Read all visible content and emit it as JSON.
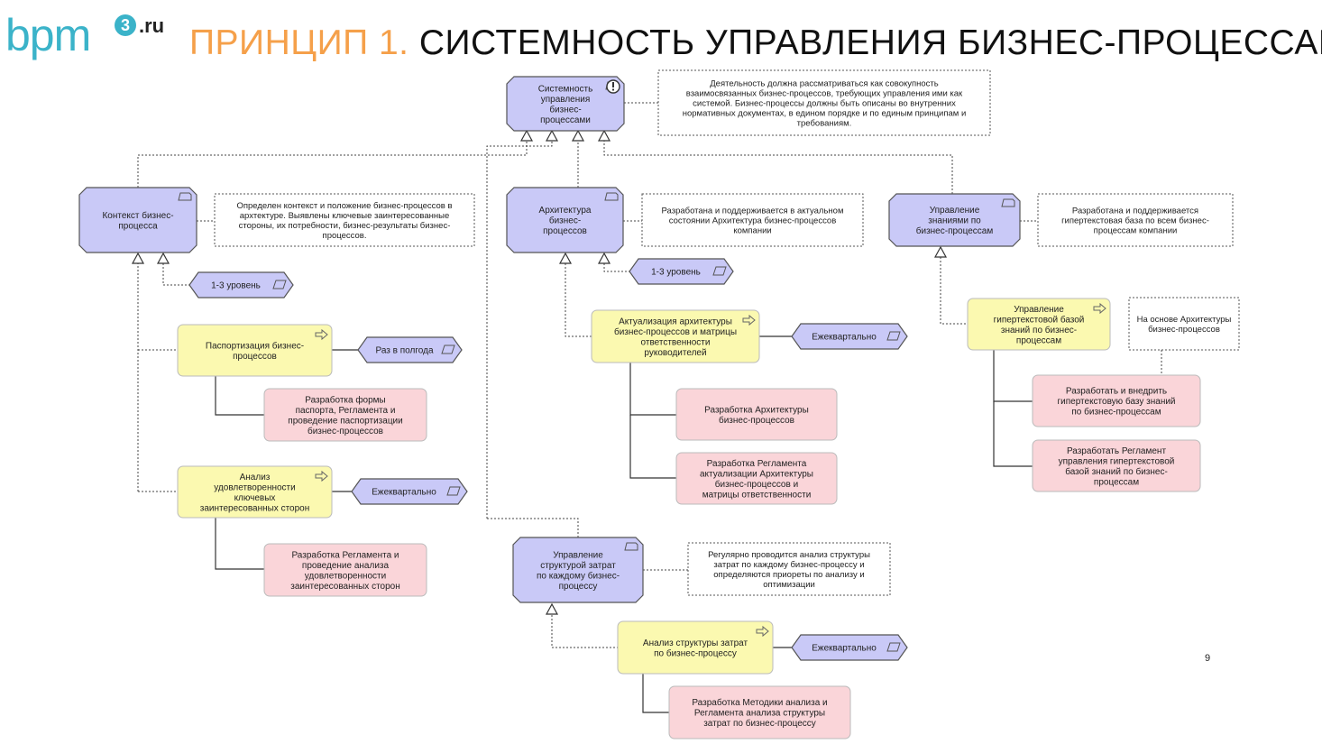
{
  "brand": {
    "logo_main": "bpm",
    "logo_digit": "3",
    "logo_suffix": ".ru"
  },
  "title": {
    "accent": "ПРИНЦИП 1.",
    "main": "СИСТЕМНОСТЬ УПРАВЛЕНИЯ БИЗНЕС-ПРОЦЕССАМИ"
  },
  "page_number": "9",
  "colors": {
    "principle": "#c9c9f7",
    "process": "#fbf9b0",
    "deliverable": "#fad5d9",
    "logo": "#3bb3c9",
    "title_accent": "#f5a04a"
  },
  "diagram": {
    "principles": {
      "root": [
        "Системность",
        "управления",
        "бизнес-",
        "процессами"
      ],
      "context": [
        "Контекст бизнес-",
        "процесса"
      ],
      "architecture": [
        "Архитектура",
        "бизнес-",
        "процессов"
      ],
      "knowledge": [
        "Управление",
        "знаниями по",
        "бизнес-процессам"
      ],
      "costs": [
        "Управление",
        "структурой затрат",
        "по каждому бизнес-",
        "процессу"
      ]
    },
    "notes": {
      "root": [
        "Деятельность должна рассматриваться как совокупность",
        "взаимосвязанных бизнес-процессов, требующих управления ими как",
        "системой. Бизнес-процессы должны быть описаны во внутренних",
        "нормативных документах, в едином порядке и по единым принципам и",
        "требованиям."
      ],
      "context": [
        "Определен контекст и положение бизнес-процессов в",
        "архтектуре. Выявлены ключевые заинтересованные",
        "стороны, их потребности, бизнес-результаты бизнес-",
        "процессов."
      ],
      "architecture": [
        "Разработана и поддерживается в актуальном",
        "состоянии Архитектура бизнес-процессов",
        "компании"
      ],
      "knowledge": [
        "Разработана и поддерживается",
        "гипертекстовая база по всем бизнес-",
        "процессам компании"
      ],
      "costs": [
        "Регулярно проводится анализ структуры",
        "затрат по каждому бизнес-процессу и",
        "определяются приореты по анализу и",
        "оптимизации"
      ],
      "knowledge_basis": [
        "На основе Архитектуры",
        "бизнес-процессов"
      ]
    },
    "events": {
      "context_level": "1-3 уровень",
      "arch_level": "1-3 уровень",
      "passport_freq": "Раз в полгода",
      "satisfaction_freq": "Ежеквартально",
      "arch_update_freq": "Ежеквартально",
      "cost_freq": "Ежеквартально"
    },
    "processes": {
      "passport": [
        "Паспортизация бизнес-",
        "процессов"
      ],
      "satisfaction": [
        "Анализ",
        "удовлетворенности",
        "ключевых",
        "заинтересованных сторон"
      ],
      "arch_update": [
        "Актуализация архитектуры",
        "бизнес-процессов и матрицы",
        "ответственности",
        "руководителей"
      ],
      "hypertext": [
        "Управление",
        "гипертекстовой базой",
        "знаний по бизнес-",
        "процессам"
      ],
      "cost_analysis": [
        "Анализ структуры затрат",
        "по бизнес-процессу"
      ]
    },
    "deliverables": {
      "passport_dev": [
        "Разработка формы",
        "паспорта, Регламента и",
        "проведение паспортизации",
        "бизнес-процессов"
      ],
      "satisfaction_dev": [
        "Разработка Регламента и",
        "проведение анализа",
        "удовлетворенности",
        "заинтересованных сторон"
      ],
      "arch_dev": [
        "Разработка Архитектуры",
        "бизнес-процессов"
      ],
      "arch_reg": [
        "Разработка Регламента",
        "актуализации Архитектуры",
        "бизнес-процессов и",
        "матрицы ответственности"
      ],
      "hypertext_dev": [
        "Разработать и внедрить",
        "гипертекстовую базу знаний",
        "по бизнес-процессам"
      ],
      "hypertext_reg": [
        "Разработать Регламент",
        "управления гипертекстовой",
        "базой знаний по бизнес-",
        "процессам"
      ],
      "cost_dev": [
        "Разработка Методики анализа и",
        "Регламента анализа структуры",
        "затрат по бизнес-процессу"
      ]
    }
  }
}
